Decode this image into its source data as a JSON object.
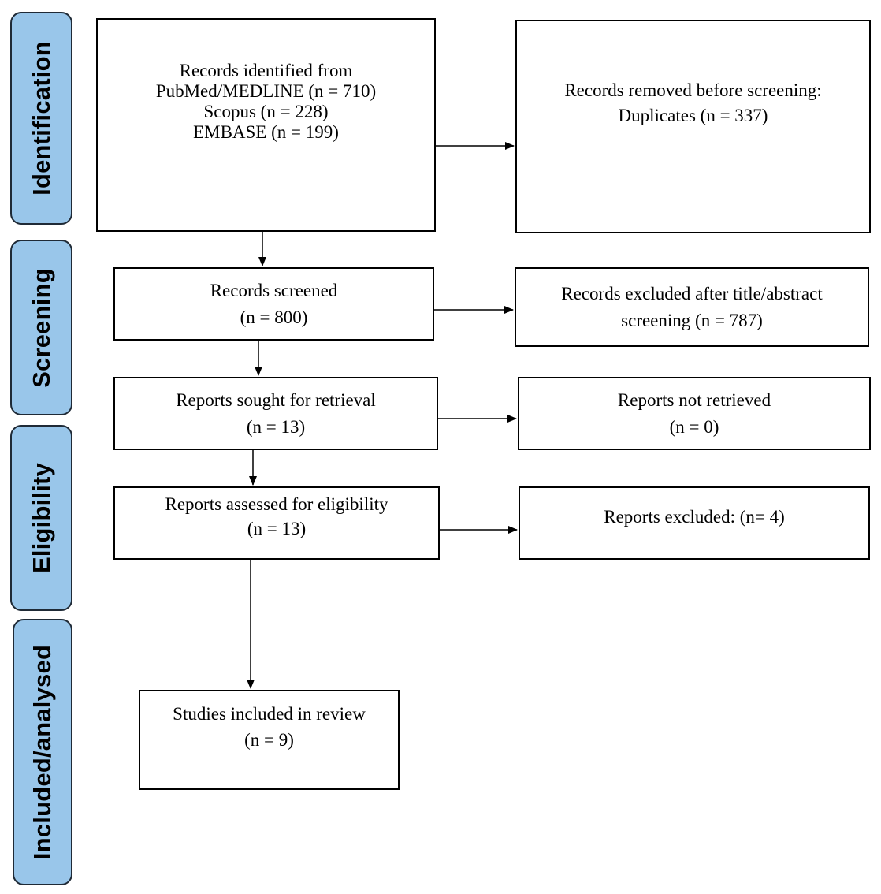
{
  "stages": [
    {
      "id": "identification",
      "label": "Identification"
    },
    {
      "id": "screening",
      "label": "Screening"
    },
    {
      "id": "eligibility",
      "label": "Eligibility"
    },
    {
      "id": "included",
      "label": "Included/analysed"
    }
  ],
  "boxes": {
    "identified": {
      "lines": [
        "Records identified from",
        "PubMed/MEDLINE (n = 710)",
        "Scopus (n = 228)",
        "EMBASE (n = 199)"
      ]
    },
    "removed": {
      "lines": [
        "Records removed before screening:",
        "Duplicates (n = 337)"
      ]
    },
    "screened": {
      "lines": [
        "Records screened",
        "(n = 800)"
      ]
    },
    "excluded_screen": {
      "lines": [
        "Records excluded after title/abstract",
        "screening (n = 787)"
      ]
    },
    "sought": {
      "lines": [
        "Reports sought for retrieval",
        "(n = 13)"
      ]
    },
    "not_retrieved": {
      "lines": [
        "Reports not retrieved",
        "(n = 0)"
      ]
    },
    "assessed": {
      "lines": [
        "Reports assessed for eligibility",
        "(n = 13)"
      ]
    },
    "excluded_reports": {
      "lines": [
        "Reports excluded: (n= 4)"
      ]
    },
    "included": {
      "lines": [
        "Studies included in review",
        "(n = 9)"
      ]
    }
  },
  "colors": {
    "stage_fill": "#99c6ea",
    "stage_border": "#1f2a36",
    "box_border": "#000000",
    "arrow": "#000000"
  }
}
